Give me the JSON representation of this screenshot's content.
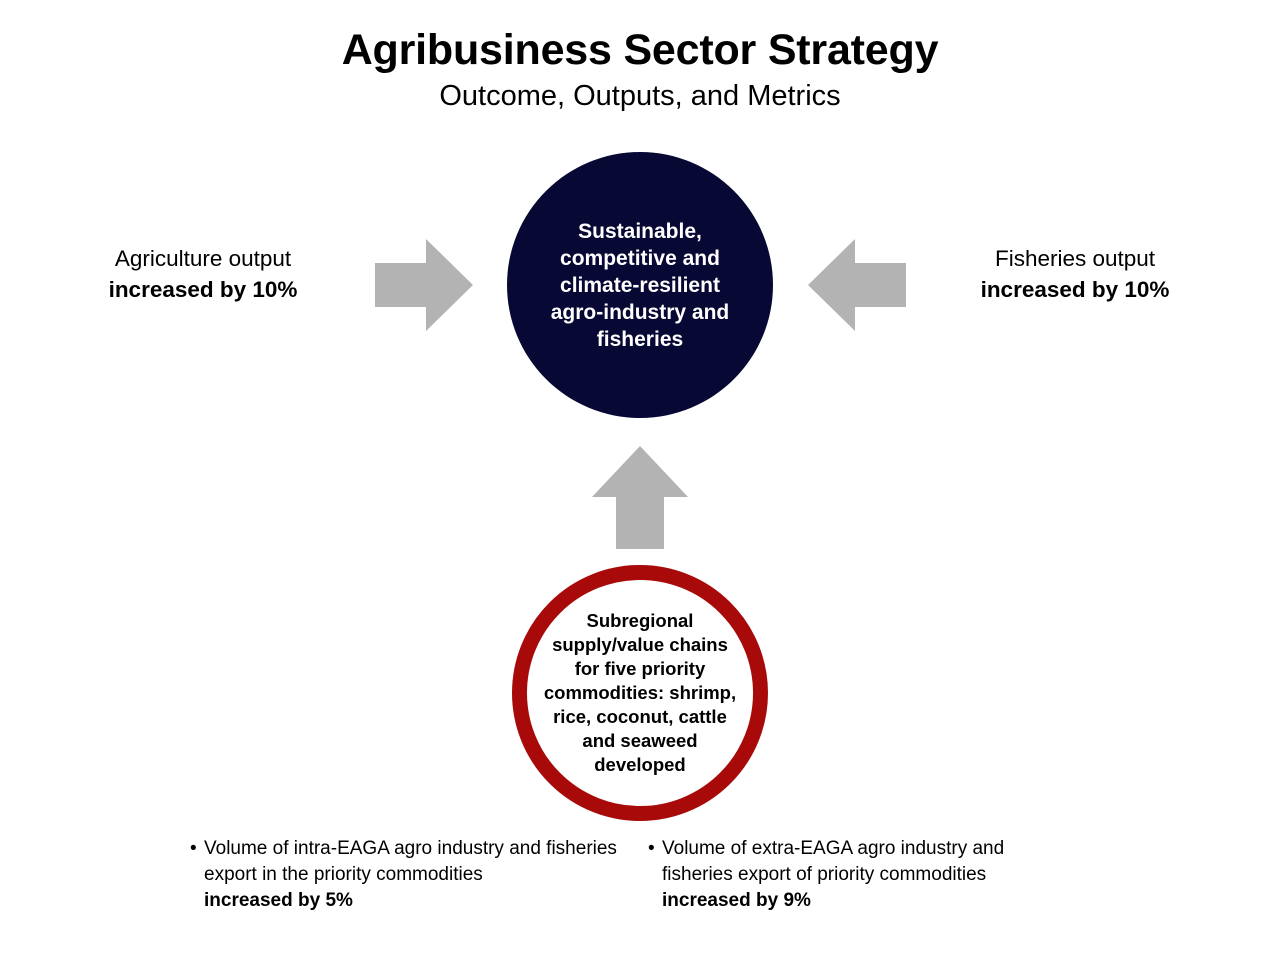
{
  "header": {
    "title": "Agribusiness Sector Strategy",
    "subtitle": "Outcome, Outputs, and Metrics"
  },
  "colors": {
    "outcome_circle_fill": "#080835",
    "output_circle_stroke": "#a80a0a",
    "arrow_fill": "#b3b3b3",
    "text": "#000000",
    "background": "#ffffff"
  },
  "outcome": {
    "label": "Sustainable,\ncompetitive and\nclimate-resilient\nagro-industry and\nfisheries"
  },
  "output": {
    "label": "Subregional\nsupply/value chains\nfor five priority\ncommodities: shrimp,\nrice, coconut, cattle\nand seaweed\ndeveloped"
  },
  "side_metrics": {
    "left": {
      "line1": "Agriculture output",
      "line2": "increased by 10%"
    },
    "right": {
      "line1": "Fisheries output",
      "line2": "increased by 10%"
    }
  },
  "bottom_metrics": [
    {
      "bullet": "•",
      "text": "Volume of intra-EAGA agro industry and fisheries export in the priority commodities ",
      "emphasis": "increased by 5%"
    },
    {
      "bullet": "•",
      "text": "Volume of extra-EAGA agro industry and fisheries export of priority commodities ",
      "emphasis": "increased by 9%"
    }
  ],
  "arrows": [
    {
      "name": "arrow-left-to-center",
      "direction": "right"
    },
    {
      "name": "arrow-right-to-center",
      "direction": "left"
    },
    {
      "name": "arrow-bottom-to-center",
      "direction": "up"
    }
  ]
}
